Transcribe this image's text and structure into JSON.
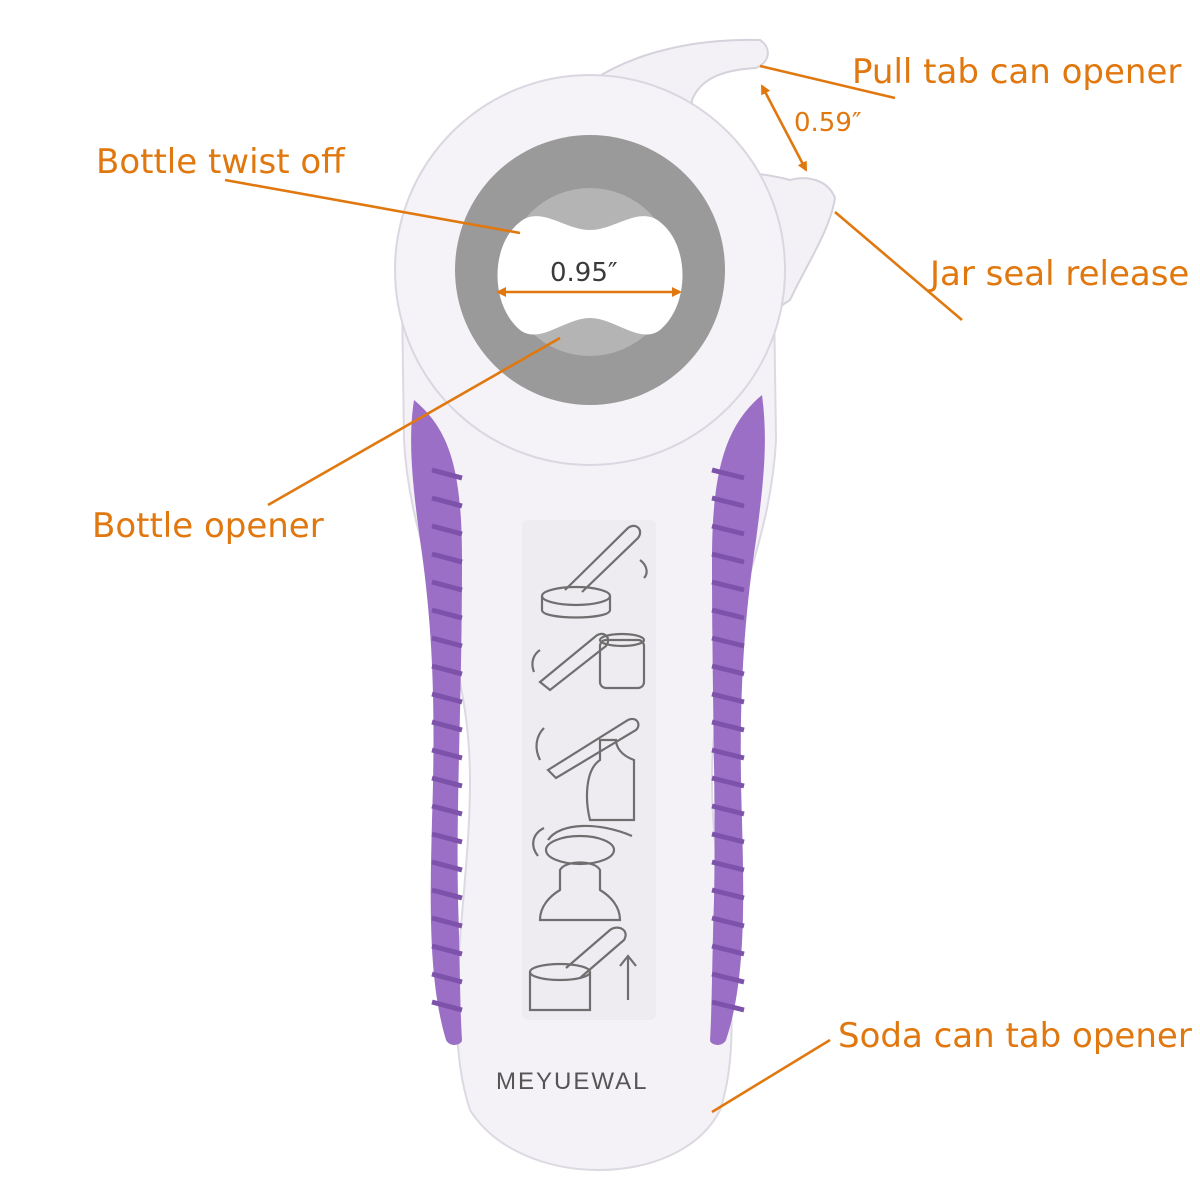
{
  "product": {
    "brand": "MEYUEWAL"
  },
  "callouts": {
    "pull_tab": "Pull tab can opener",
    "twist_off": "Bottle twist off",
    "jar_seal": "Jar seal release",
    "bottle_opener": "Bottle opener",
    "soda_tab": "Soda can tab opener"
  },
  "dimensions": {
    "gap": "0.59″",
    "hole": "0.95″"
  },
  "colors": {
    "accent": "#e0780f",
    "grip": "#9b6fc6",
    "body": "#f4f2f7",
    "insert": "#9a9a9a"
  }
}
